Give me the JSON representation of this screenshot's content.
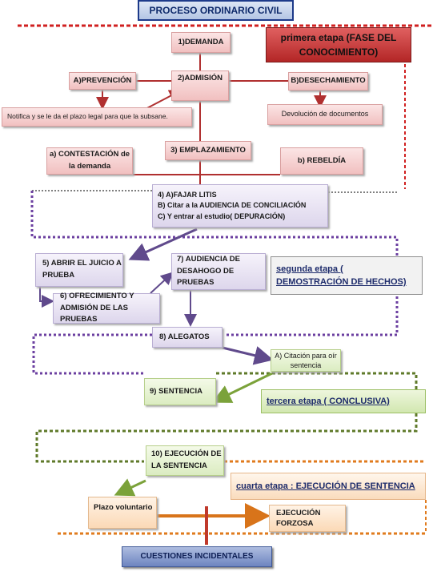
{
  "title": "PROCESO ORDINARIO CIVIL",
  "stages": {
    "first": "primera etapa (FASE DEL CONOCIMIENTO)",
    "second": "segunda etapa ( DEMOSTRACIÓN DE HECHOS)",
    "third": "tercera etapa ( CONCLUSIVA)",
    "fourth": "cuarta etapa : EJECUCIÓN DE SENTENCIA"
  },
  "boxes": {
    "demanda": "1)DEMANDA",
    "admision": "2)ADMISIÓN",
    "prevencion": "A)PREVENCIÓN",
    "desechamiento": "B)DESECHAMIENTO",
    "notifica": "Notifica y se le da el plazo legal para que la subsane.",
    "devolucion": "Devolución de documentos",
    "emplazamiento": "3) EMPLAZAMIENTO",
    "contestacion": "a) CONTESTACIÓN de la demanda",
    "rebeldia": "b) REBELDÍA",
    "litis_a": "4) A)FAJAR LITIS",
    "litis_b": "B) Citar a la AUDIENCIA DE CONCILIACIÓN",
    "litis_c": "C) Y entrar al estudio( DEPURACIÓN)",
    "juicio_prueba": "5) ABRIR EL JUICIO A PRUEBA",
    "ofrecimiento": "6) OFRECIMIENTO Y ADMISIÓN DE LAS PRUEBAS",
    "audiencia": "7) AUDIENCIA DE DESAHOGO DE PRUEBAS",
    "alegatos": "8) ALEGATOS",
    "citacion": "A) Citación para oír sentencia",
    "sentencia": "9) SENTENCIA",
    "ejecucion": "10) EJECUCIÓN DE LA SENTENCIA",
    "plazo": "Plazo voluntario",
    "forzosa": "EJECUCIÓN FORZOSA",
    "incidentales": "CUESTIONES INCIDENTALES"
  }
}
